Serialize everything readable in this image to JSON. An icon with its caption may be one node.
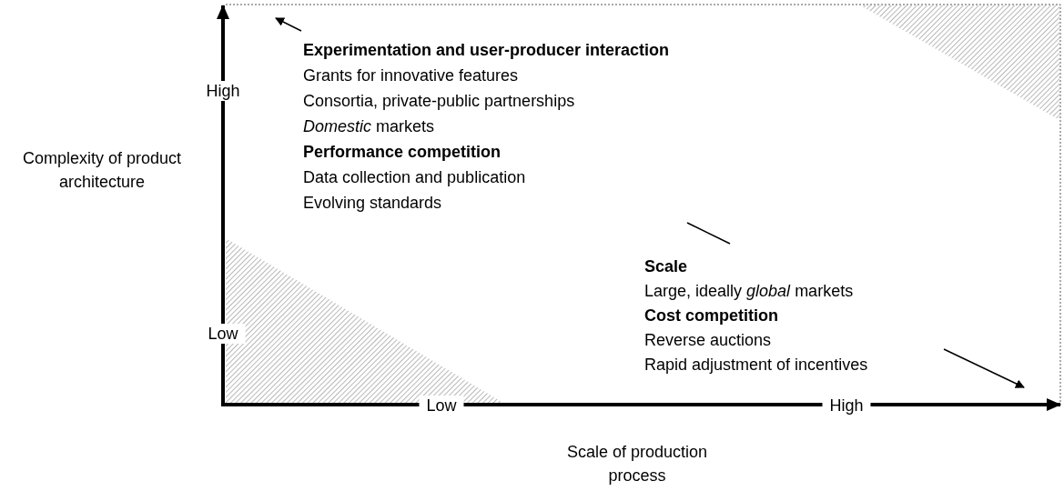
{
  "diagram": {
    "labels": [
      "High",
      "Experimentation and user-producer interaction",
      "Grants for innovative features",
      "Consortia, private-public partnerships",
      "*Domestic* markets",
      "Performance competition",
      "Data collection and publication",
      "Evolving standards",
      "Complexity of product architecture",
      "Scale",
      "Large, ideally *global* markets",
      "Cost competition",
      "Reverse auctions",
      "Rapid adjustment of incentives",
      "Low",
      "Low",
      "High",
      "Scale of production process"
    ]
  }
}
